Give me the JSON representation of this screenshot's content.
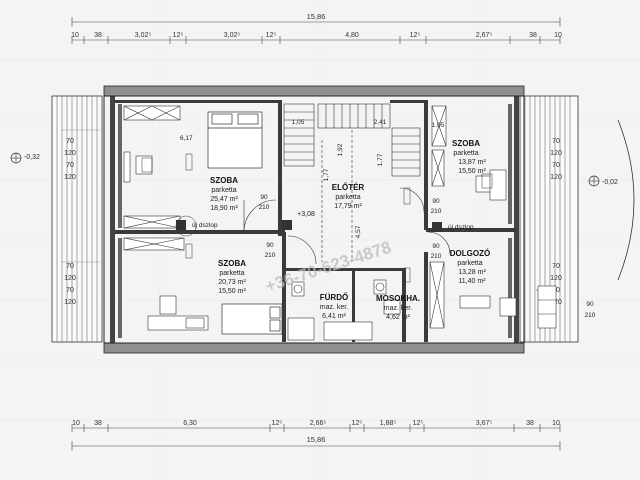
{
  "top_dims": {
    "total": "15,86",
    "segments": [
      "10",
      "38",
      "3,02⁵",
      "12⁵",
      "3,02⁵",
      "12⁵",
      "4,80",
      "12⁵",
      "2,67⁵",
      "38",
      "10"
    ]
  },
  "bottom_dims": {
    "total": "15,86",
    "segments": [
      "10",
      "38",
      "6,30",
      "12⁵",
      "2,66⁵",
      "12⁵",
      "1,88⁵",
      "12⁵",
      "3,67⁵",
      "38",
      "10"
    ]
  },
  "levels": {
    "left": "-0,32",
    "right": "-0,02",
    "center": "+3,08"
  },
  "side_dims": {
    "left": [
      "70",
      "120",
      "70",
      "120",
      "70",
      "120",
      "70",
      "120"
    ],
    "right": [
      "70",
      "120",
      "70",
      "120",
      "70",
      "120",
      "70",
      "120"
    ]
  },
  "rooms": {
    "szoba1": {
      "name": "SZOBA",
      "floor": "parketta",
      "area1": "25,47 m²",
      "area2": "18,90 m²",
      "height": "6,17"
    },
    "szoba2": {
      "name": "SZOBA",
      "floor": "parketta",
      "area1": "20,73 m²",
      "area2": "15,50 m²"
    },
    "eloter": {
      "name": "ELŐTÉR",
      "floor": "parketta",
      "area": "17,79 m²"
    },
    "szoba3": {
      "name": "SZOBA",
      "floor": "parketta",
      "area1": "13,87 m²",
      "area2": "15,50 m²"
    },
    "dolgozo": {
      "name": "DOLGOZÓ",
      "floor": "parketta",
      "area1": "13,28 m²",
      "area2": "11,40 m²"
    },
    "furdo": {
      "name": "FÜRDŐ",
      "floor": "maz. ker.",
      "area": "6,41 m²"
    },
    "mosokha": {
      "name": "MOSOKHA.",
      "floor": "maz. ker.",
      "area": "4,62 m²"
    }
  },
  "doors": {
    "d1": {
      "w": "90",
      "h": "210"
    },
    "d2": {
      "w": "90",
      "h": "210"
    },
    "d3": {
      "w": "90",
      "h": "210"
    },
    "d4": {
      "w": "90",
      "h": "210"
    },
    "d5": {
      "w": "90",
      "h": "210"
    }
  },
  "inner_dims": [
    "1,05",
    "1,77",
    "2,41",
    "1,92",
    "1,77",
    "4,57",
    "1,05"
  ],
  "labels": {
    "column1": "új dszlop",
    "column2": "új dszlop"
  },
  "watermark": "+36-70-623-4878"
}
